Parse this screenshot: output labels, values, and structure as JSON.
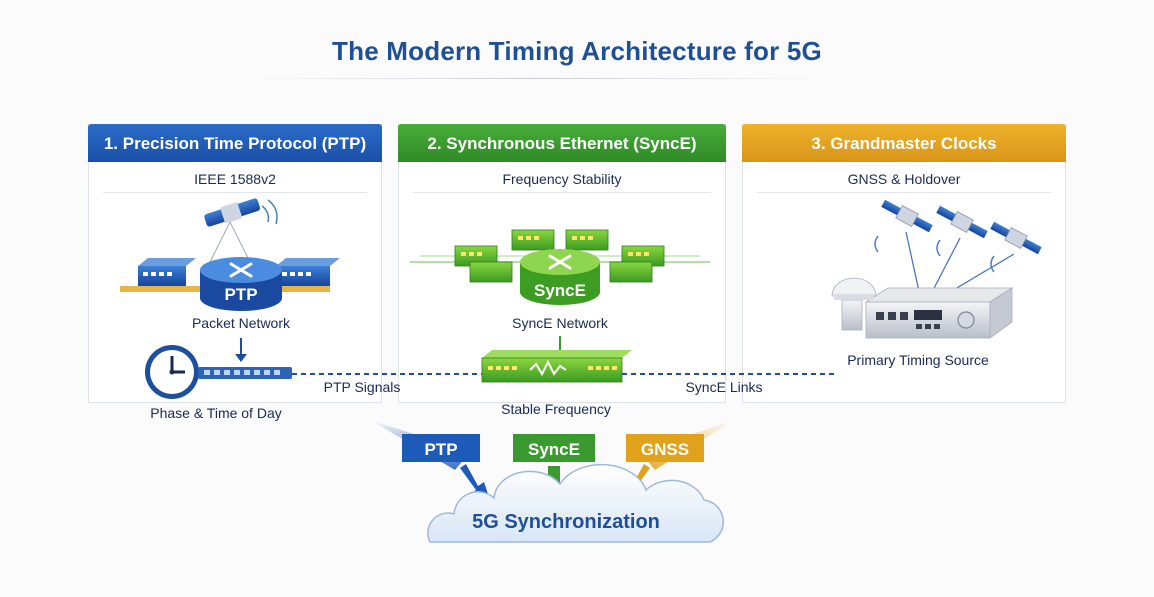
{
  "title": "The Modern Timing Architecture for 5G",
  "panels": [
    {
      "heading": "1. Precision Time Protocol (PTP)",
      "subtitle": "IEEE 1588v2",
      "color": "#1e5bb8",
      "device_label": "PTP",
      "network_label": "Packet Network",
      "bottom_label": "Phase & Time of Day"
    },
    {
      "heading": "2. Synchronous Ethernet (SyncE)",
      "subtitle": "Frequency Stability",
      "color": "#3b9a2f",
      "device_label": "SyncE",
      "network_label": "SyncE Network",
      "bottom_label": "Stable Frequency"
    },
    {
      "heading": "3. Grandmaster Clocks",
      "subtitle": "GNSS & Holdover",
      "color": "#e0a21a",
      "network_label": "Primary Timing Source"
    }
  ],
  "links": {
    "ptp_signals": "PTP Signals",
    "synce_links": "SyncE Links"
  },
  "sources": [
    {
      "label": "PTP",
      "color": "#1e5bb8"
    },
    {
      "label": "SyncE",
      "color": "#3b9a2f"
    },
    {
      "label": "GNSS",
      "color": "#e0a21a"
    }
  ],
  "result": "5G Synchronization",
  "icons": [
    "satellite-icon",
    "router-icon",
    "switch-icon",
    "clock-icon",
    "grandmaster-clock-icon",
    "gnss-antenna-icon",
    "cloud-icon"
  ]
}
